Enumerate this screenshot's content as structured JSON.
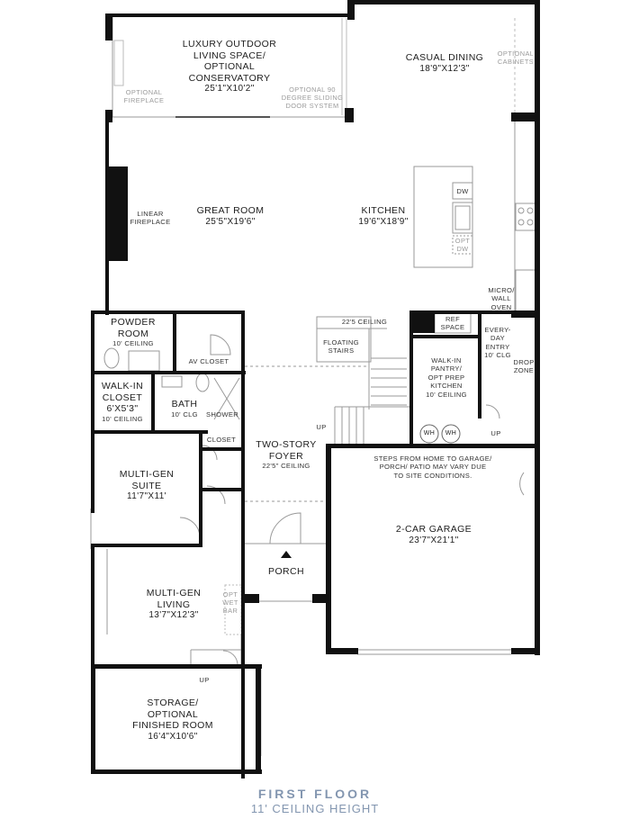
{
  "rooms": {
    "outdoor": {
      "l1": "LUXURY OUTDOOR",
      "l2": "LIVING SPACE/",
      "l3": "OPTIONAL",
      "l4": "CONSERVATORY",
      "dim": "25'1\"X10'2\""
    },
    "casual_dining": {
      "name": "CASUAL DINING",
      "dim": "18'9\"X12'3\""
    },
    "great_room": {
      "name": "GREAT ROOM",
      "dim": "25'5\"X19'6\""
    },
    "kitchen": {
      "name": "KITCHEN",
      "dim": "19'6\"X18'9\""
    },
    "powder": {
      "l1": "POWDER",
      "l2": "ROOM",
      "ceiling": "10' CEILING"
    },
    "walkin_closet": {
      "l1": "WALK-IN",
      "l2": "CLOSET",
      "dim": "6'X5'3\"",
      "ceiling": "10' CEILING"
    },
    "bath": {
      "name": "BATH",
      "ceiling": "10' CLG"
    },
    "multigen_suite": {
      "l1": "MULTI-GEN",
      "l2": "SUITE",
      "dim": "11'7\"X11'"
    },
    "foyer": {
      "l1": "TWO-STORY",
      "l2": "FOYER",
      "ceiling": "22'5\" CEILING"
    },
    "porch": {
      "name": "PORCH"
    },
    "garage": {
      "name": "2-CAR GARAGE",
      "dim": "23'7\"X21'1\""
    },
    "multigen_living": {
      "l1": "MULTI-GEN",
      "l2": "LIVING",
      "dim": "13'7\"X12'3\""
    },
    "storage": {
      "l1": "STORAGE/",
      "l2": "OPTIONAL",
      "l3": "FINISHED ROOM",
      "dim": "16'4\"X10'6\""
    },
    "pantry": {
      "l1": "WALK-IN",
      "l2": "PANTRY/",
      "l3": "OPT PREP",
      "l4": "KITCHEN",
      "ceiling": "10' CEILING"
    },
    "everyday_entry": {
      "l1": "EVERY-",
      "l2": "DAY",
      "l3": "ENTRY",
      "ceiling": "10' CLG"
    }
  },
  "notes": {
    "optional_fireplace": {
      "l1": "OPTIONAL",
      "l2": "FIREPLACE"
    },
    "sliding_door": {
      "l1": "OPTIONAL 90",
      "l2": "DEGREE SLIDING",
      "l3": "DOOR SYSTEM"
    },
    "optional_cabinets": {
      "l1": "OPTIONAL",
      "l2": "CABINETS"
    },
    "linear_fireplace": {
      "l1": "LINEAR",
      "l2": "FIREPLACE"
    },
    "dw": "DW",
    "opt_dw": {
      "l1": "OPT",
      "l2": "DW"
    },
    "micro_wall_oven": {
      "l1": "MICRO/",
      "l2": "WALL",
      "l3": "OVEN"
    },
    "ceiling_225": "22'5 CEILING",
    "ref_space": {
      "l1": "REF",
      "l2": "SPACE"
    },
    "floating_stairs": {
      "l1": "FLOATING",
      "l2": "STAIRS"
    },
    "drop_zone": {
      "l1": "DROP",
      "l2": "ZONE"
    },
    "av_closet": "AV CLOSET",
    "shower": "SHOWER",
    "closet": "CLOSET",
    "up_foyer": "UP",
    "up_entry": "UP",
    "up_storage": "UP",
    "wh1": "WH",
    "wh2": "WH",
    "steps_note": {
      "l1": "STEPS FROM HOME TO GARAGE/",
      "l2": "PORCH/ PATIO MAY VARY DUE",
      "l3": "TO SITE CONDITIONS."
    },
    "opt_wet_bar": {
      "l1": "OPT",
      "l2": "WET",
      "l3": "BAR"
    }
  },
  "footer": {
    "title": "FIRST FLOOR",
    "subtitle": "11' CEILING HEIGHT"
  },
  "colors": {
    "wall": "#111111",
    "thin_line": "#8a8a8a",
    "footer": "#8396b0"
  }
}
